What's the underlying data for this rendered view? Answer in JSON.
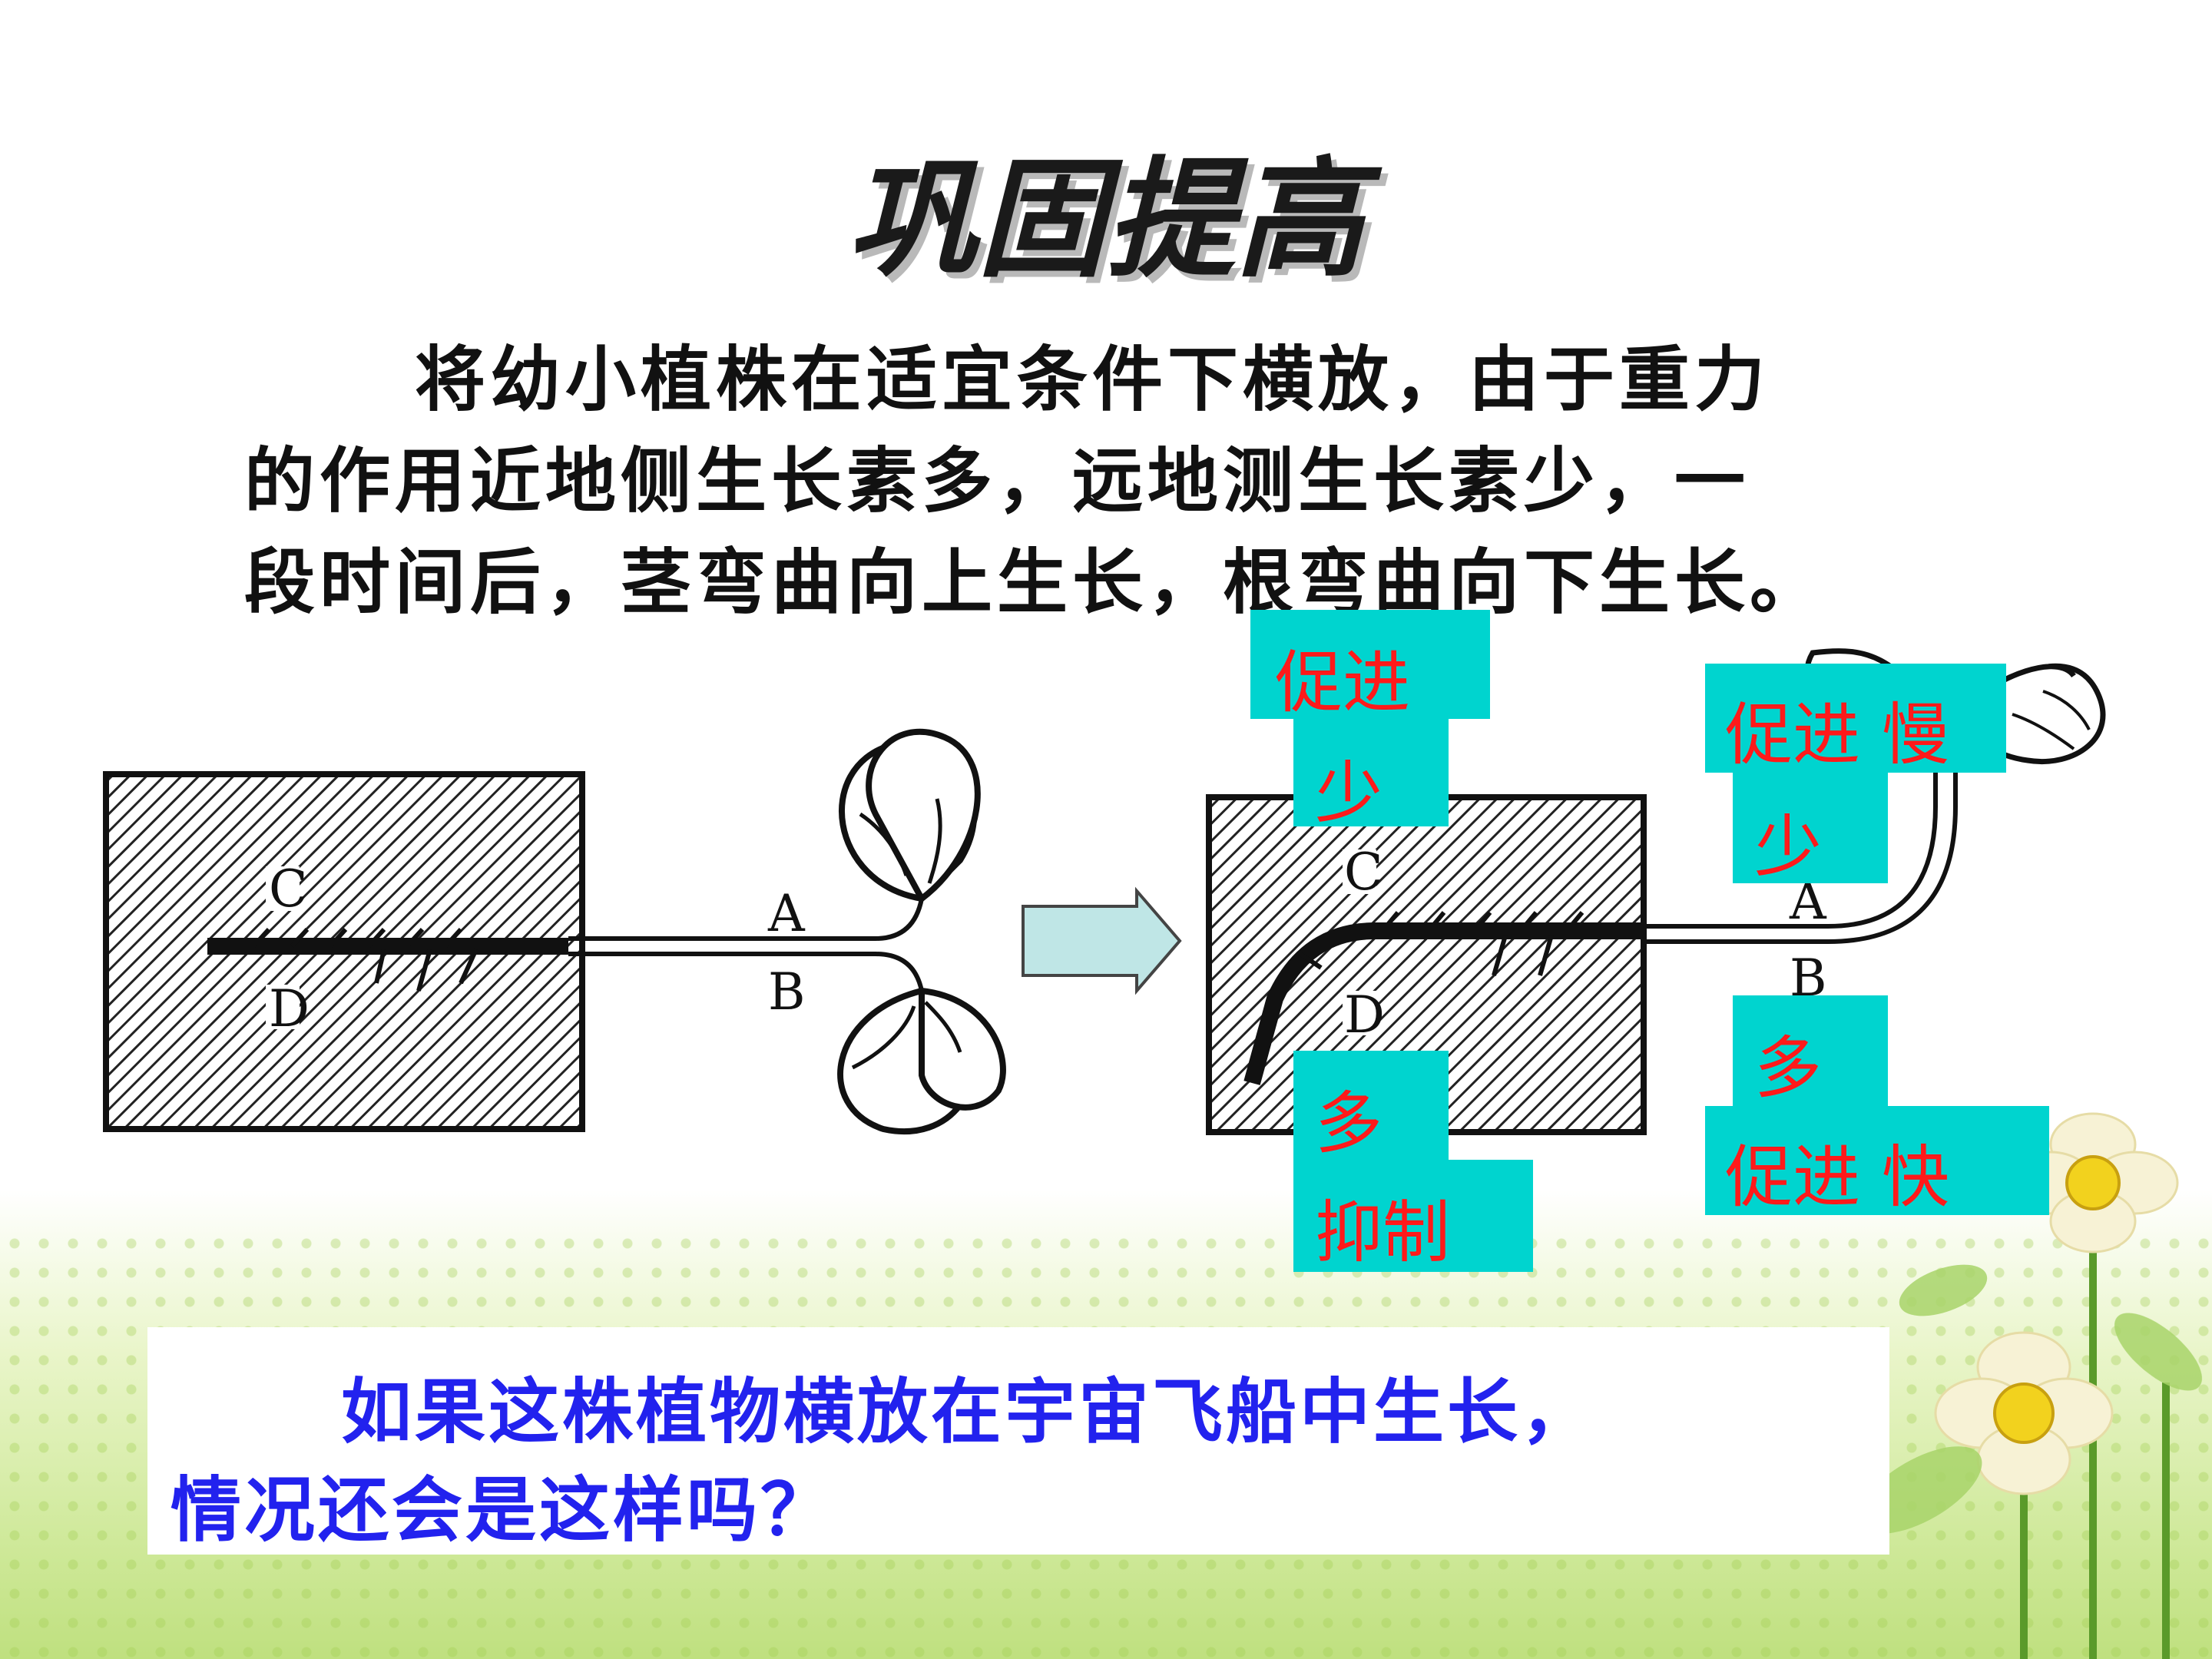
{
  "slide": {
    "title": "巩固提高",
    "paragraph": {
      "line1": "将幼小植株在适宜条件下横放，由于重力",
      "line2": "的作用近地侧生长素多，远地测生长素少，一",
      "line3": "段时间后，茎弯曲向上生长，根弯曲向下生长。"
    }
  },
  "diagram": {
    "left": {
      "label_c": "C",
      "label_d": "D",
      "label_a": "A",
      "label_b": "B"
    },
    "right": {
      "label_c": "C",
      "label_d": "D",
      "label_a": "A",
      "label_b": "B"
    }
  },
  "annotations": {
    "root_upper_1": "促进",
    "root_upper_2": "少",
    "root_lower_1": "多",
    "root_lower_2": "抑制",
    "stem_upper_1": "促进 慢",
    "stem_upper_2": "少",
    "stem_lower_1": "多",
    "stem_lower_2": "促进  快"
  },
  "question": {
    "line1": "如果这株植物横放在宇宙飞船中生长，",
    "line2": "情况还会是这样吗？"
  },
  "colors": {
    "label_box": "#00d4cf",
    "annotation_text": "#ff1a1a",
    "question_text": "#2222ee"
  }
}
